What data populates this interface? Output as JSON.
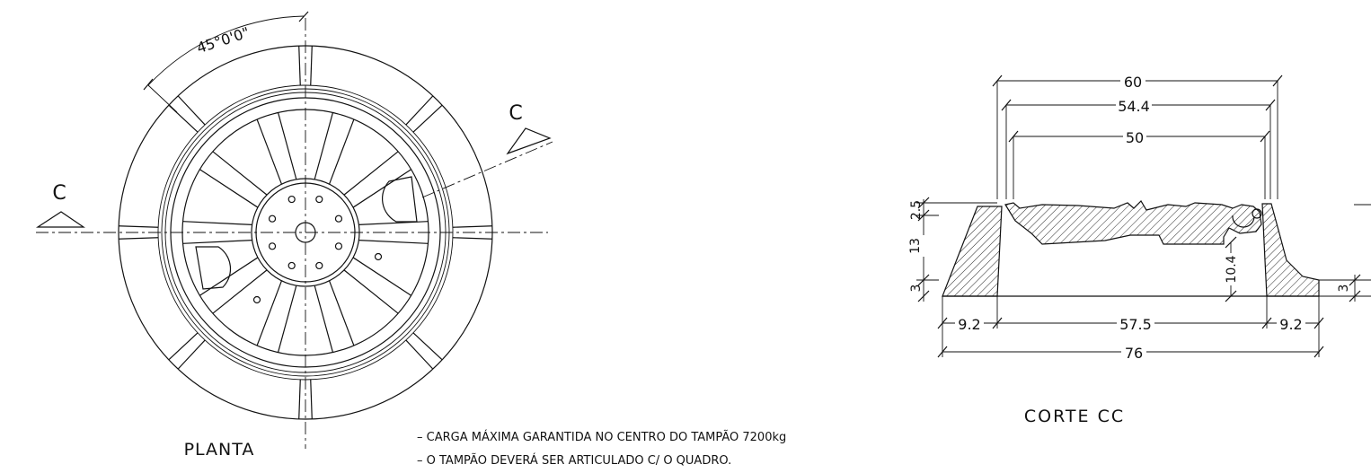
{
  "plan": {
    "title": "PLANTA",
    "angle_label": "45°0'0\"",
    "section_mark_left": "C",
    "section_mark_right": "C"
  },
  "section": {
    "title": "CORTE CC",
    "dimensions": {
      "overall_top": "60",
      "inner_top": "54.4",
      "opening": "50",
      "height_cover": "2.5",
      "height_total": "13",
      "height_base_left": "3",
      "height_inner": "10.4",
      "height_base_right": "3",
      "base_left": "9.2",
      "base_middle": "57.5",
      "base_right": "9.2",
      "base_total": "76"
    }
  },
  "notes": [
    "– CARGA MÁXIMA GARANTIDA NO CENTRO DO TAMPÃO 7200kg",
    "– O TAMPÃO DEVERÁ SER ARTICULADO C/ O QUADRO."
  ]
}
